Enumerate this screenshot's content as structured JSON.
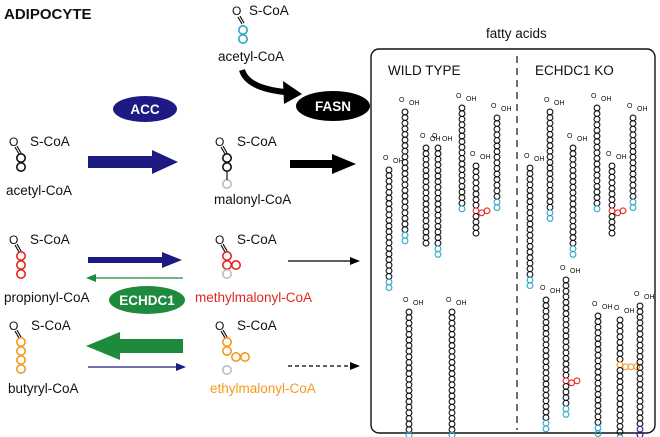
{
  "title": "ADIPOCYTE",
  "top_substrate": {
    "group": "S-CoA",
    "carbonyl": "O",
    "name": "acetyl-CoA"
  },
  "enzymes": {
    "acc": "ACC",
    "fasn": "FASN",
    "echdc1": "ECHDC1"
  },
  "rows": [
    {
      "substrate": "acetyl-CoA",
      "product": "malonyl-CoA",
      "group": "S-CoA",
      "carbonyl": "O"
    },
    {
      "substrate": "propionyl-CoA",
      "product": "methylmalonyl-CoA",
      "group": "S-CoA",
      "carbonyl": "O"
    },
    {
      "substrate": "butyryl-CoA",
      "product": "ethylmalonyl-CoA",
      "group": "S-CoA",
      "carbonyl": "O"
    }
  ],
  "panel": {
    "title": "fatty acids",
    "wild_type": "WILD TYPE",
    "knockout": "ECHDC1 KO",
    "acid_label": "OH",
    "carbonyl": "O"
  },
  "colors": {
    "acetyl": "#2aa6c8",
    "propionyl": "#e52620",
    "butyryl": "#f39a1e",
    "malonyl_gray": "#bdbdbd",
    "acc": "#1d1a83",
    "echdc1": "#1e8a3e",
    "fasn": "#000000",
    "terminal_navy": "#1d1a83"
  }
}
